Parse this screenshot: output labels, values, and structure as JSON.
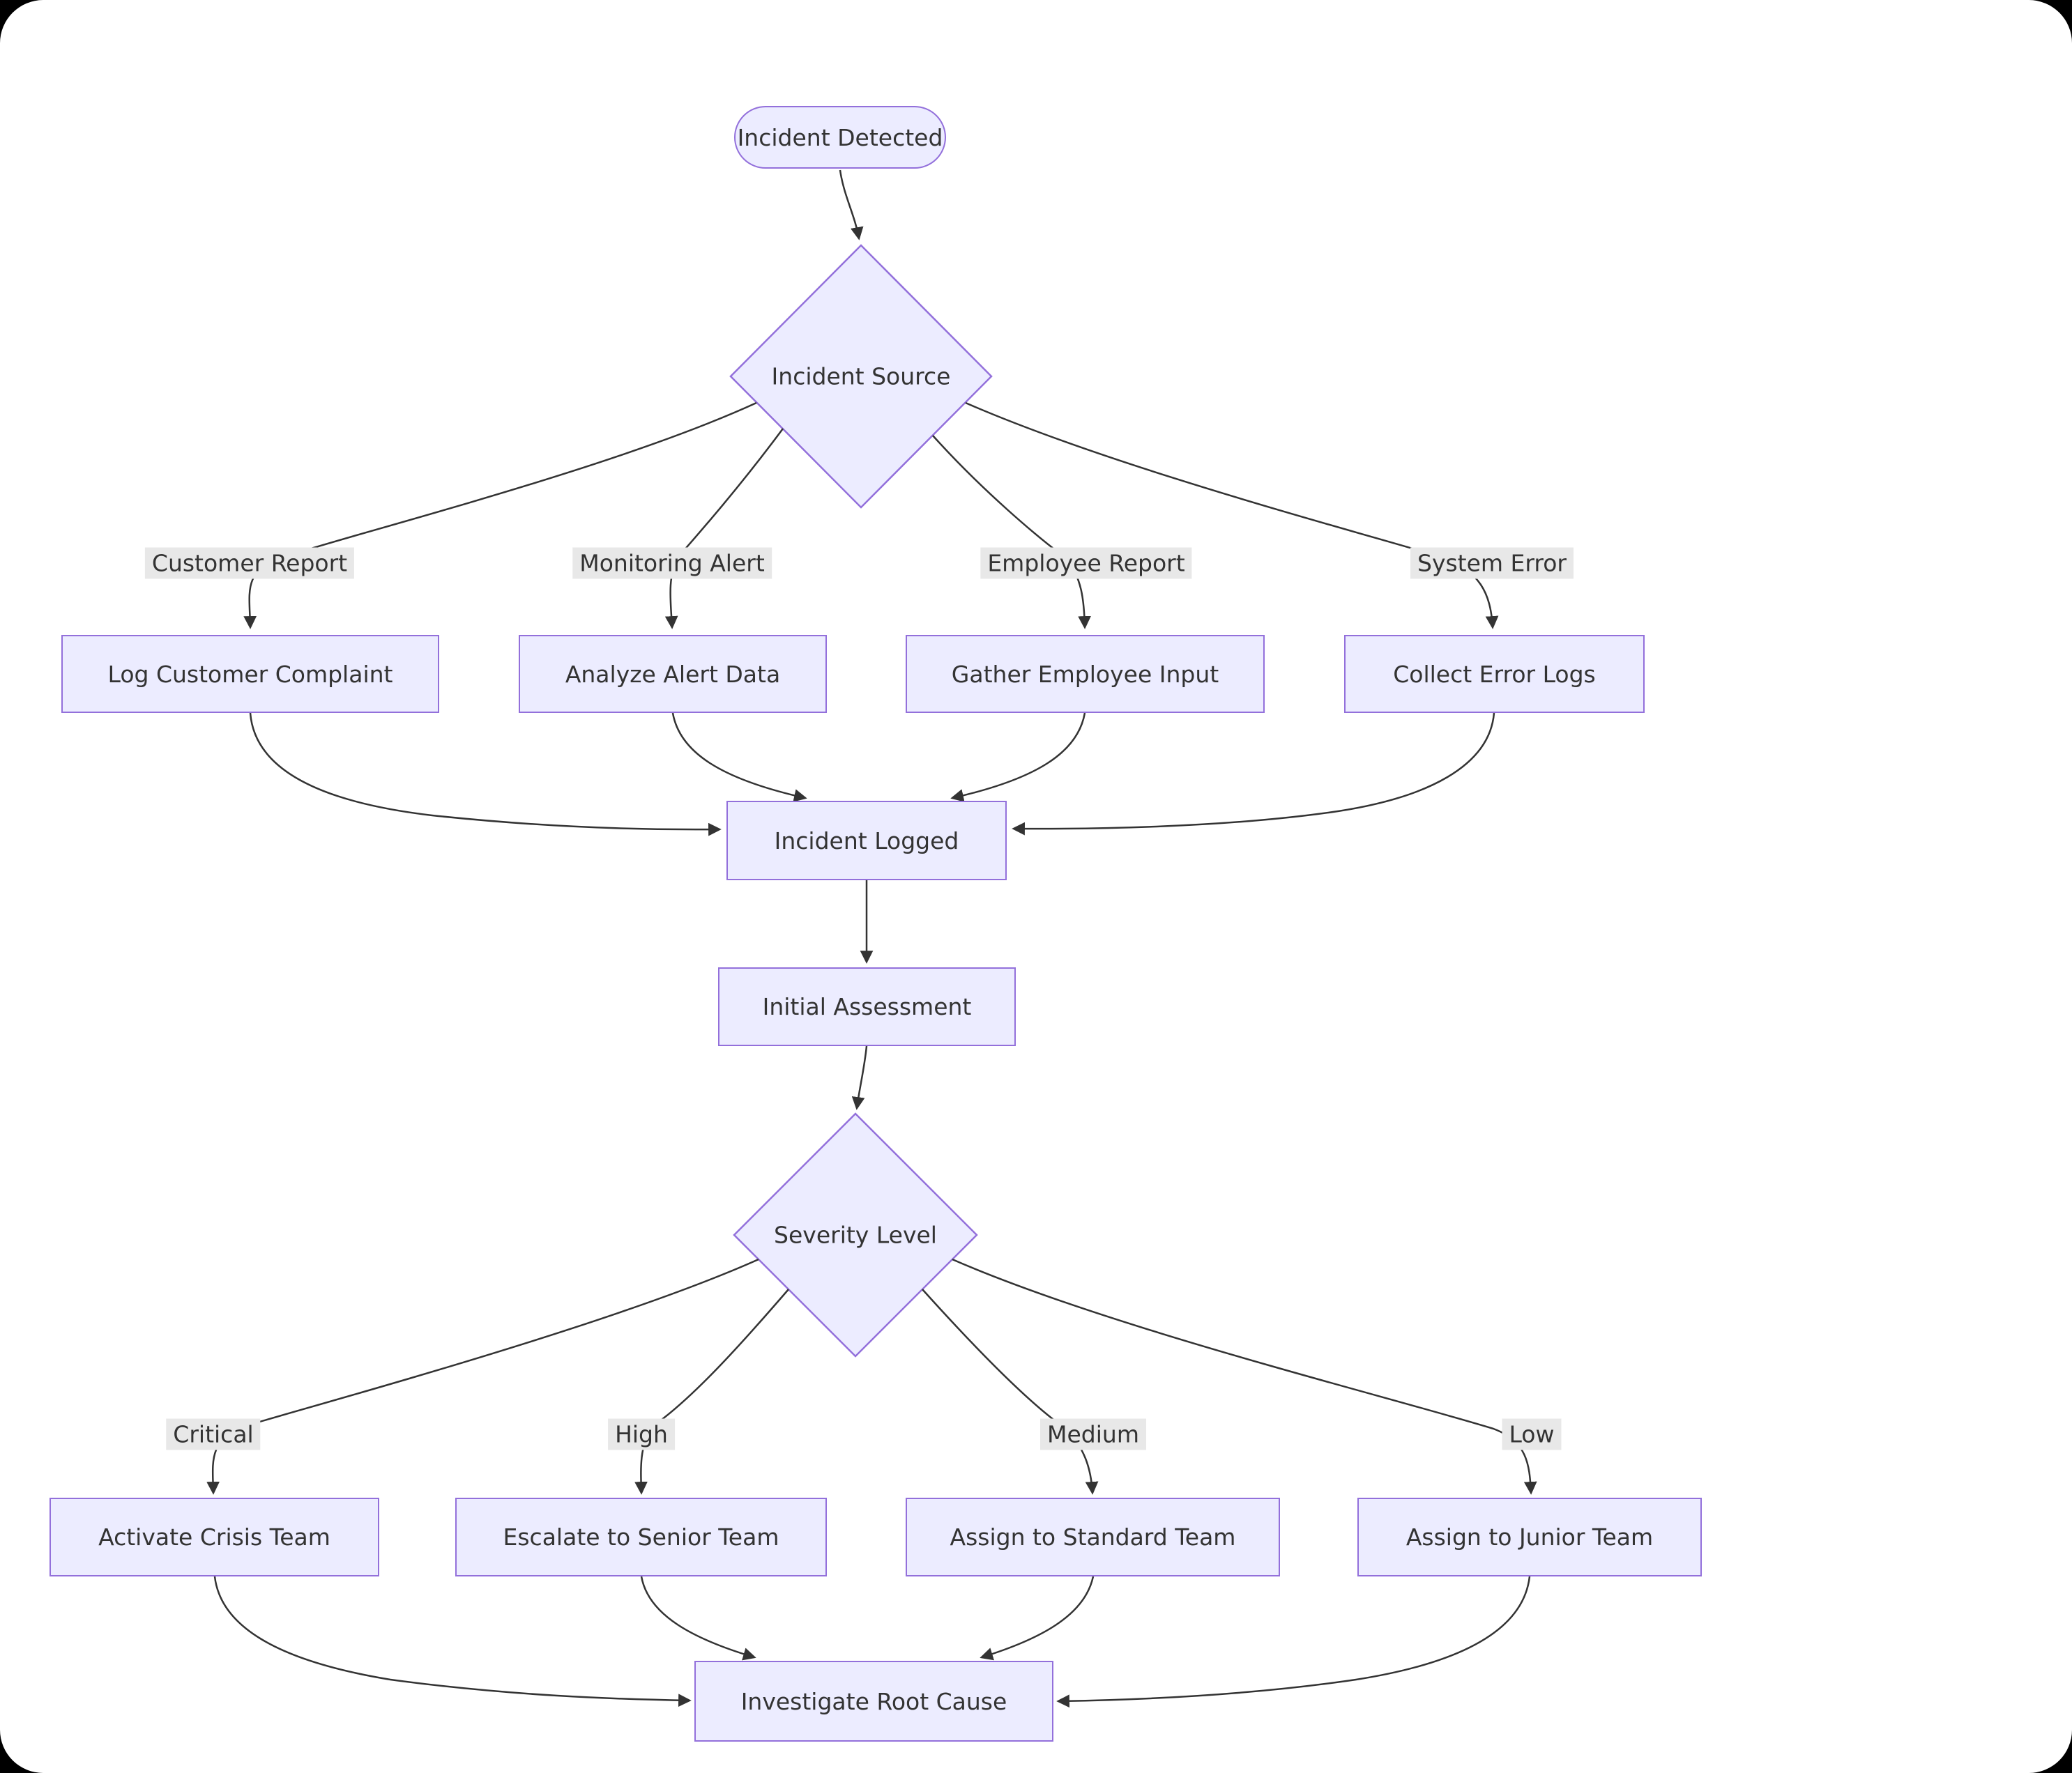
{
  "diagram": {
    "type": "flowchart",
    "colors": {
      "page_background": "#000000",
      "canvas_background": "#ffffff",
      "node_fill": "#ECECFF",
      "node_border": "#9370DB",
      "edge_color": "#333333",
      "text_color": "#333333",
      "edge_label_background": "#e8e8e8"
    },
    "nodes": {
      "incident_detected": "Incident Detected",
      "incident_source": "Incident Source",
      "log_customer_complaint": "Log Customer Complaint",
      "analyze_alert_data": "Analyze Alert Data",
      "gather_employee_input": "Gather Employee Input",
      "collect_error_logs": "Collect Error Logs",
      "incident_logged": "Incident Logged",
      "initial_assessment": "Initial Assessment",
      "severity_level": "Severity Level",
      "activate_crisis_team": "Activate Crisis Team",
      "escalate_to_senior_team": "Escalate to Senior Team",
      "assign_to_standard_team": "Assign to Standard Team",
      "assign_to_junior_team": "Assign to Junior Team",
      "investigate_root_cause": "Investigate Root Cause"
    },
    "edge_labels": {
      "customer_report": "Customer Report",
      "monitoring_alert": "Monitoring Alert",
      "employee_report": "Employee Report",
      "system_error": "System Error",
      "critical": "Critical",
      "high": "High",
      "medium": "Medium",
      "low": "Low"
    }
  }
}
